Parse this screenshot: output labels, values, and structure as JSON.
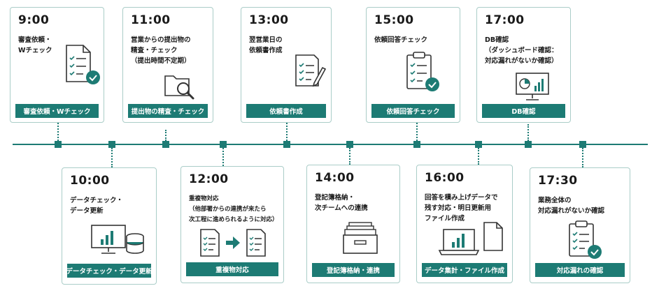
{
  "steps": [
    {
      "time": "9:00",
      "desc": "審査依頼・\nWチェック",
      "label": "審査依頼・Wチェック",
      "icon": "document-check-icon"
    },
    {
      "time": "10:00",
      "desc": "データチェック・\nデータ更新",
      "label": "データチェック・データ更新",
      "icon": "monitor-database-icon"
    },
    {
      "time": "11:00",
      "desc": "営業からの提出物の\n精査・チェック\n（提出時間不定期）",
      "label": "提出物の精査・チェック",
      "icon": "folder-search-icon"
    },
    {
      "time": "12:00",
      "desc": "重複物対応\n（他部署からの連携が来たら\n次工程に進められるように対応）",
      "label": "重複物対応",
      "icon": "document-transfer-icon"
    },
    {
      "time": "13:00",
      "desc": "翌営業日の\n依頼書作成",
      "label": "依頼書作成",
      "icon": "document-pen-icon"
    },
    {
      "time": "14:00",
      "desc": "登記簿格納・\n次チームへの連携",
      "label": "登記簿格納・連携",
      "icon": "file-box-icon"
    },
    {
      "time": "15:00",
      "desc": "依頼回答チェック",
      "label": "依頼回答チェック",
      "icon": "clipboard-check-icon"
    },
    {
      "time": "16:00",
      "desc": "回答を積み上げデータで\n残す対応・明日更新用\nファイル作成",
      "label": "データ集計・ファイル作成",
      "icon": "laptop-file-icon"
    },
    {
      "time": "17:00",
      "desc": "DB確認\n（ダッシュボード確認：\n対応漏れがないか確認）",
      "label": "DB確認",
      "icon": "dashboard-monitor-icon"
    },
    {
      "time": "17:30",
      "desc": "業務全体の\n対応漏れがないか確認",
      "label": "対応漏れの確認",
      "icon": "clipboard-check-icon"
    }
  ],
  "colors": {
    "accent": "#1d7b74",
    "border": "#aacdc8"
  }
}
